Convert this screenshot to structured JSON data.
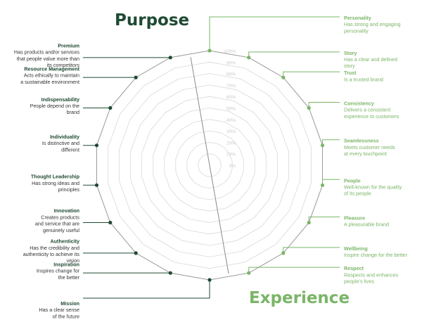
{
  "headings": {
    "purpose": "Purpose",
    "experience": "Experience"
  },
  "colors": {
    "purpose": "#1f4a33",
    "experience": "#7ab567",
    "grid": "#d8d8d8",
    "outline": "#9a9a9a",
    "axis": "#8a8a8a",
    "tick": "#c9c9c9",
    "desc": "#333333"
  },
  "chart_data": {
    "type": "radar",
    "scale_labels": [
      "0%",
      "10%",
      "20%",
      "30%",
      "40%",
      "50%",
      "60%",
      "70%",
      "80%",
      "90%",
      "100%"
    ],
    "range": [
      0,
      100
    ],
    "grid": true,
    "axes": [
      {
        "name": "Personality",
        "desc": [
          "Has strong and engaging",
          "personality"
        ],
        "group": "experience",
        "value": 100
      },
      {
        "name": "Story",
        "desc": [
          "Has a clear and defined",
          "story"
        ],
        "group": "experience",
        "value": 100
      },
      {
        "name": "Trust",
        "desc": [
          "Is a trusted brand"
        ],
        "group": "experience",
        "value": 100
      },
      {
        "name": "Consistency",
        "desc": [
          "Delivers a consistent",
          "experience to customers"
        ],
        "group": "experience",
        "value": 100
      },
      {
        "name": "Seamlessness",
        "desc": [
          "Meets customer needs",
          "at every touchpoint"
        ],
        "group": "experience",
        "value": 100
      },
      {
        "name": "People",
        "desc": [
          "Well-known for the quality",
          "of its people"
        ],
        "group": "experience",
        "value": 100
      },
      {
        "name": "Pleasure",
        "desc": [
          "A pleasurable brand"
        ],
        "group": "experience",
        "value": 100
      },
      {
        "name": "Wellbeing",
        "desc": [
          "Inspire change for the better"
        ],
        "group": "experience",
        "value": 100
      },
      {
        "name": "Respect",
        "desc": [
          "Respects and enhances",
          "people's lives"
        ],
        "group": "experience",
        "value": 100
      },
      {
        "name": "Mission",
        "desc": [
          "Has a clear sense",
          "of the future"
        ],
        "group": "purpose",
        "value": 100
      },
      {
        "name": "Inspiration",
        "desc": [
          "Inspires change for",
          "the better"
        ],
        "group": "purpose",
        "value": 100
      },
      {
        "name": "Authenticity",
        "desc": [
          "Has the credibility and",
          "authenticity to achieve its",
          "vision"
        ],
        "group": "purpose",
        "value": 100
      },
      {
        "name": "Innovation",
        "desc": [
          "Creates products",
          "and service that are",
          "genuinely useful"
        ],
        "group": "purpose",
        "value": 100
      },
      {
        "name": "Thought Leadership",
        "desc": [
          "Has strong ideas and",
          "principles"
        ],
        "group": "purpose",
        "value": 100
      },
      {
        "name": "Individuality",
        "desc": [
          "Is distinctive and",
          "different"
        ],
        "group": "purpose",
        "value": 100
      },
      {
        "name": "Indispensability",
        "desc": [
          "People depend on the",
          "brand"
        ],
        "group": "purpose",
        "value": 100
      },
      {
        "name": "Resource Management",
        "desc": [
          "Acts ethically to maintain",
          "a sustainable environment"
        ],
        "group": "purpose",
        "value": 100
      },
      {
        "name": "Premium",
        "desc": [
          "Has products and/or services",
          "that people value more than",
          "its competitors"
        ],
        "group": "purpose",
        "value": 100
      }
    ]
  }
}
